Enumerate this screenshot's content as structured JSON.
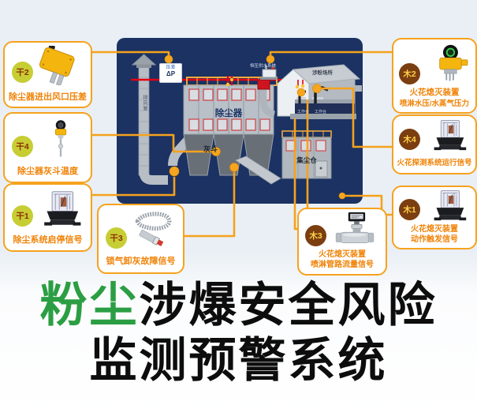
{
  "title": {
    "highlight": "粉尘",
    "rest": "涉爆安全风险",
    "line2": "监测预警系统",
    "highlight_color": "#2b9e43",
    "text_color": "#0d0d0d"
  },
  "diagram": {
    "panel_color": "#1b3263",
    "line_color": "#f6a21d",
    "red_line_color": "#e60012",
    "pressure_tag_line1": "压差",
    "pressure_tag_line2": "ΔP",
    "stack_label": "排风管",
    "collector_label": "除尘器",
    "hopper_label": "灰斗",
    "bin_label": "集尘仓",
    "water_label": "恒压供水系统",
    "workshop_label": "涉粉场所",
    "workbench_label": "工作台"
  },
  "sensor_boxes": {
    "style": {
      "border_color": "#f6a21d",
      "label_color": "#f08307",
      "left_badge_bg": "#c6ce33",
      "left_badge_text": "#8f2c08",
      "right_badge_bg": "#7b3e10",
      "right_badge_text": "#ffd24a"
    },
    "left": [
      {
        "badge": "干2",
        "lines": [
          "除尘器进出风口压差"
        ],
        "device": "differential-pressure-transmitter"
      },
      {
        "badge": "干4",
        "lines": [
          "除尘器灰斗温度"
        ],
        "device": "hopper-temperature-sensor"
      },
      {
        "badge": "干1",
        "lines": [
          "除尘系统启停信号"
        ],
        "device": "relay"
      },
      {
        "badge": "干3",
        "lines": [
          "锁气卸灰故障信号"
        ],
        "device": "proximity-sensor"
      }
    ],
    "right": [
      {
        "badge": "木2",
        "lines": [
          "火花熄灭装置",
          "喷淋水压/水蒸气压力"
        ],
        "device": "pressure-transmitter"
      },
      {
        "badge": "木4",
        "lines": [
          "火花探测系统运行信号"
        ],
        "device": "relay"
      },
      {
        "badge": "木1",
        "lines": [
          "火花熄灭装置",
          "动作触发信号"
        ],
        "device": "relay"
      },
      {
        "badge": "木3",
        "lines": [
          "火花熄灭装置",
          "喷淋管路流量信号"
        ],
        "device": "flow-sensor"
      }
    ]
  }
}
